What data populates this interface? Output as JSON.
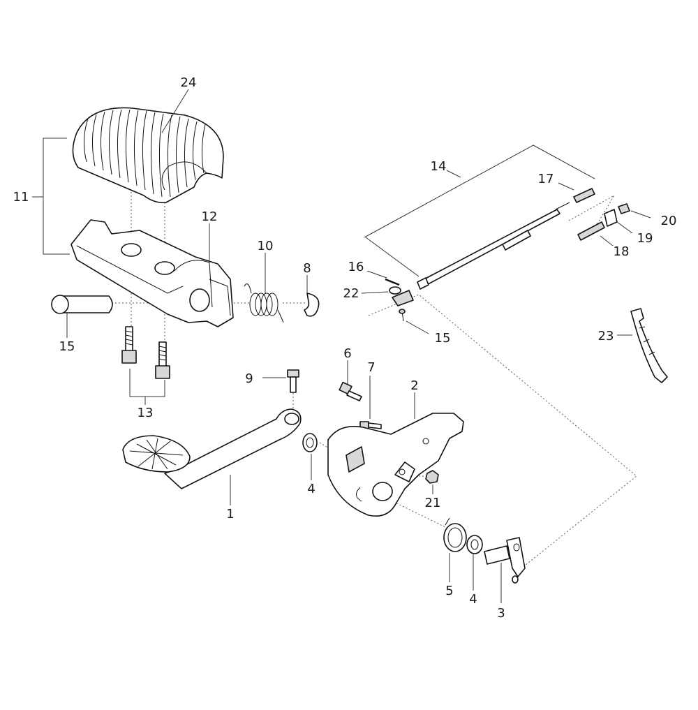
{
  "labels": {
    "p1": "1",
    "p2": "2",
    "p3": "3",
    "p4a": "4",
    "p4b": "4",
    "p5": "5",
    "p6": "6",
    "p7": "7",
    "p8": "8",
    "p9": "9",
    "p10": "10",
    "p11": "11",
    "p12": "12",
    "p13": "13",
    "p14": "14",
    "p15a": "15",
    "p15b": "15",
    "p16": "16",
    "p17": "17",
    "p18": "18",
    "p19": "19",
    "p20": "20",
    "p21": "21",
    "p22": "22",
    "p23": "23",
    "p24": "24"
  }
}
